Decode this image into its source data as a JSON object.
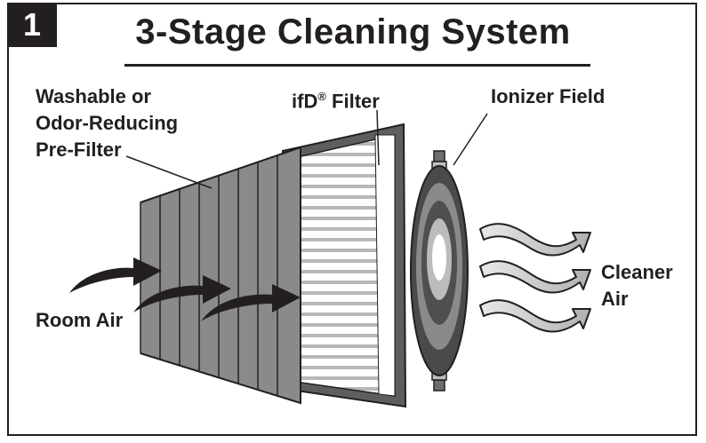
{
  "badge": "1",
  "title": "3-Stage Cleaning System",
  "labels": {
    "prefilter": [
      "Washable or",
      "Odor-Reducing",
      "Pre-Filter"
    ],
    "ifd_name": "ifD",
    "ifd_mark": "®",
    "ifd_suffix": " Filter",
    "ionizer": "Ionizer Field",
    "room_air": "Room Air",
    "cleaner_air": [
      "Cleaner",
      "Air"
    ]
  },
  "colors": {
    "ink": "#231f20",
    "prefilter_gray": "#8a8a8a",
    "filter_frame": "#5e5e5e",
    "pleat_gray": "#b5b5b5"
  },
  "icons": [
    "inflow-arrow",
    "outflow-arrow",
    "ionizer-electrode"
  ]
}
